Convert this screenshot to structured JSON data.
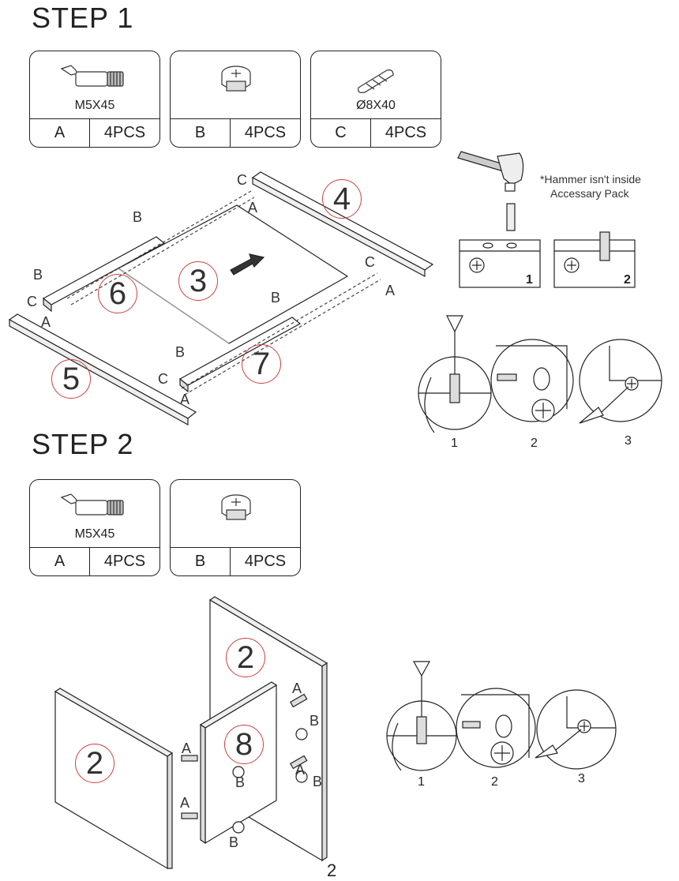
{
  "step1": {
    "title": "STEP 1",
    "parts": [
      {
        "name": "M5X45",
        "letter": "A",
        "qty": "4PCS",
        "icon": "cam-bolt-icon"
      },
      {
        "name": "",
        "letter": "B",
        "qty": "4PCS",
        "icon": "cam-lock-icon"
      },
      {
        "name": "Ø8X40",
        "letter": "C",
        "qty": "4PCS",
        "icon": "wood-dowel-icon"
      }
    ],
    "panels": {
      "p3": "3",
      "p4": "4",
      "p5": "5",
      "p6": "6",
      "p7": "7"
    },
    "hardware_labels": {
      "a": "A",
      "b": "B",
      "c": "C"
    },
    "hammer_note_line1": "*Hammer isn't inside",
    "hammer_note_line2": "Accessary Pack",
    "hammer_steps": [
      "1",
      "2"
    ],
    "cam_steps": [
      "1",
      "2",
      "3"
    ]
  },
  "step2": {
    "title": "STEP 2",
    "parts": [
      {
        "name": "M5X45",
        "letter": "A",
        "qty": "4PCS",
        "icon": "cam-bolt-icon"
      },
      {
        "name": "",
        "letter": "B",
        "qty": "4PCS",
        "icon": "cam-lock-icon"
      }
    ],
    "panels": {
      "p2a": "2",
      "p2b": "2",
      "p8": "8"
    },
    "hardware_labels": {
      "a": "A",
      "b": "B"
    },
    "cam_steps": [
      "1",
      "2",
      "3"
    ]
  },
  "page_number": "2"
}
